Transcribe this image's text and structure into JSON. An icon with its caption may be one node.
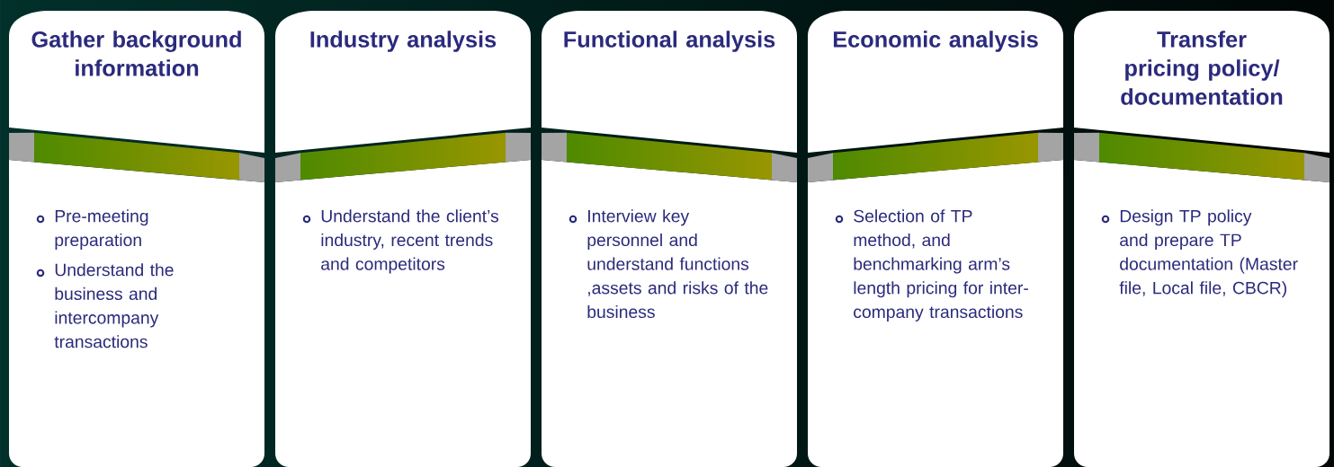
{
  "diagram": {
    "nodes": [
      {
        "text": [
          "Gather background information",
          "Pre-meeting preparation",
          "Understand the business and intercompany transactions"
        ]
      },
      {
        "text": [
          "Industry analysis",
          "Understand the client’s industry, recent trends and competitors"
        ]
      },
      {
        "text": [
          "Functional analysis",
          "Interview key personnel and understand functions ,assets and risks of the business"
        ]
      },
      {
        "text": [
          "Economic analysis",
          "Selection of TP method, and benchmarking arm’s length pricing for inter-company transactions"
        ]
      },
      {
        "text": [
          "Transfer pricing policy/ documentation",
          "Design TP policy and prepare TP documentation (Master file, Local file, CBCR)"
        ]
      }
    ]
  }
}
